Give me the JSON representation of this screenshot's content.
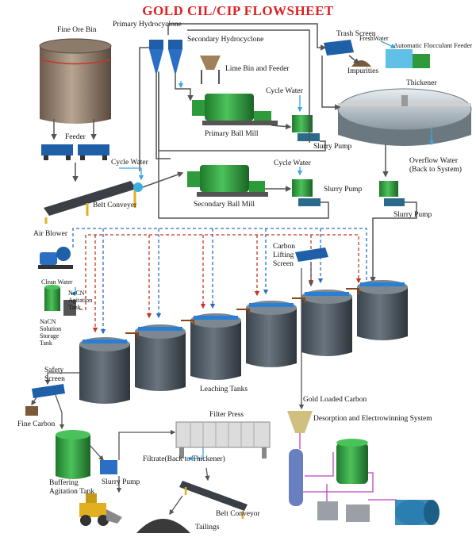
{
  "title": "GOLD CIL/CIP FLOWSHEET",
  "labels": {
    "fine_ore_bin": "Fine Ore Bin",
    "primary_hydrocyclone": "Primary Hydrocyclone",
    "secondary_hydrocyclone": "Secondary Hydrocyclone",
    "trash_screen": "Trash Screen",
    "fresh_water": "FreshWater",
    "flocculant_feeder": "Automatic Flocculant Feeder",
    "impurities": "Impurities",
    "lime_bin": "Lime Bin and Feeder",
    "thickener": "Thickener",
    "cycle_water_1": "Cycle Water",
    "primary_ball_mill": "Primary Ball Mill",
    "slurry_pump_1": "Slurry Pump",
    "feeder": "Feeder",
    "overflow_water": "Overflow Water",
    "back_to_system": "(Back to System)",
    "cycle_water_left": "Cycle Water",
    "cycle_water_2": "Cycle Water",
    "belt_conveyer": "Belt Conveyer",
    "secondary_ball_mill": "Secondary Ball Mill",
    "slurry_pump_2": "Slurry Pump",
    "slurry_pump_3": "Slurry Pump",
    "air_blower": "Air Blower",
    "carbon_lifting_screen": [
      "Carbon",
      "Lifting",
      "Screen"
    ],
    "clean_water": "Clean Water",
    "nacn_agitation": [
      "NaCN",
      "Agitation",
      "Tank"
    ],
    "nacn_storage": [
      "NaCN",
      "Solution",
      "Storage",
      "Tank"
    ],
    "safety_screen": [
      "Safety",
      "Screen"
    ],
    "leaching_tanks": "Leaching Tanks",
    "gold_loaded_carbon": "Gold Loaded Carbon",
    "fine_carbon": "Fine Carbon",
    "desorption": "Desorption and Electrowinning System",
    "filter_press": "Filter Press",
    "filtrate": "Filtrate(Back to Thickener)",
    "buffering_tank": [
      "Buffering",
      "Agitation Tank"
    ],
    "slurry_pump_4": "Slurry Pump",
    "belt_conveyor": "Belt Conveyor",
    "tailings": "Tailings"
  },
  "colors": {
    "title": "#e02020",
    "flow_line": "#555555",
    "water_line": "#3aa6e0",
    "air_line": "#2a6fc4",
    "nacn_line": "#c0392b",
    "tank": "#4a5560",
    "equipment_green": "#2e9a3c",
    "slurry_pipe": "#8b4513"
  }
}
